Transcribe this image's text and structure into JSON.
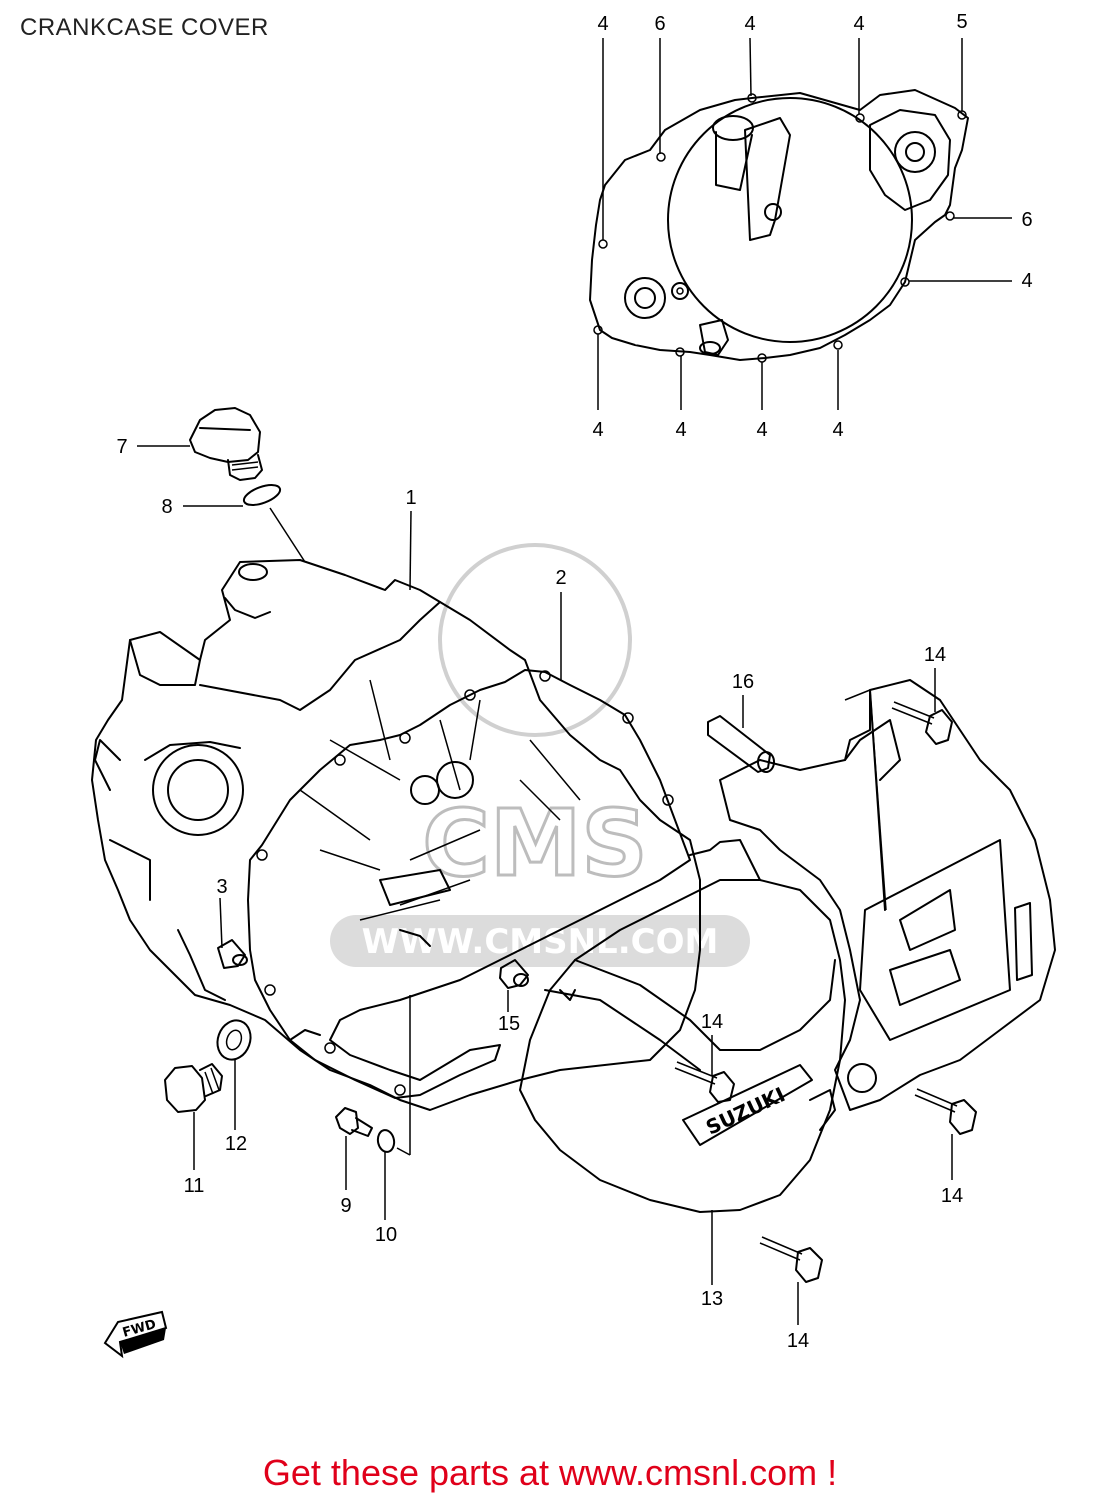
{
  "header": {
    "title": "CRANKCASE COVER"
  },
  "watermark": {
    "logo_text": "CMS",
    "url_text": "WWW.CMSNL.COM"
  },
  "footer": {
    "text": "Get these parts at www.cmsnl.com !"
  },
  "cover_logo": {
    "brand": "SUZUKI"
  },
  "fwd_marker": {
    "label": "FWD"
  },
  "callouts": [
    {
      "id": "c4a",
      "label": "4"
    },
    {
      "id": "c6a",
      "label": "6"
    },
    {
      "id": "c4b",
      "label": "4"
    },
    {
      "id": "c4c",
      "label": "4"
    },
    {
      "id": "c5",
      "label": "5"
    },
    {
      "id": "c6b",
      "label": "6"
    },
    {
      "id": "c4d",
      "label": "4"
    },
    {
      "id": "c4e",
      "label": "4"
    },
    {
      "id": "c4f",
      "label": "4"
    },
    {
      "id": "c4g",
      "label": "4"
    },
    {
      "id": "c4h",
      "label": "4"
    },
    {
      "id": "c7",
      "label": "7"
    },
    {
      "id": "c8",
      "label": "8"
    },
    {
      "id": "c1",
      "label": "1"
    },
    {
      "id": "c2",
      "label": "2"
    },
    {
      "id": "c16",
      "label": "16"
    },
    {
      "id": "c14a",
      "label": "14"
    },
    {
      "id": "c3",
      "label": "3"
    },
    {
      "id": "c15",
      "label": "15"
    },
    {
      "id": "c14b",
      "label": "14"
    },
    {
      "id": "c12",
      "label": "12"
    },
    {
      "id": "c11",
      "label": "11"
    },
    {
      "id": "c9",
      "label": "9"
    },
    {
      "id": "c10",
      "label": "10"
    },
    {
      "id": "c14c",
      "label": "14"
    },
    {
      "id": "c13",
      "label": "13"
    },
    {
      "id": "c14d",
      "label": "14"
    }
  ]
}
